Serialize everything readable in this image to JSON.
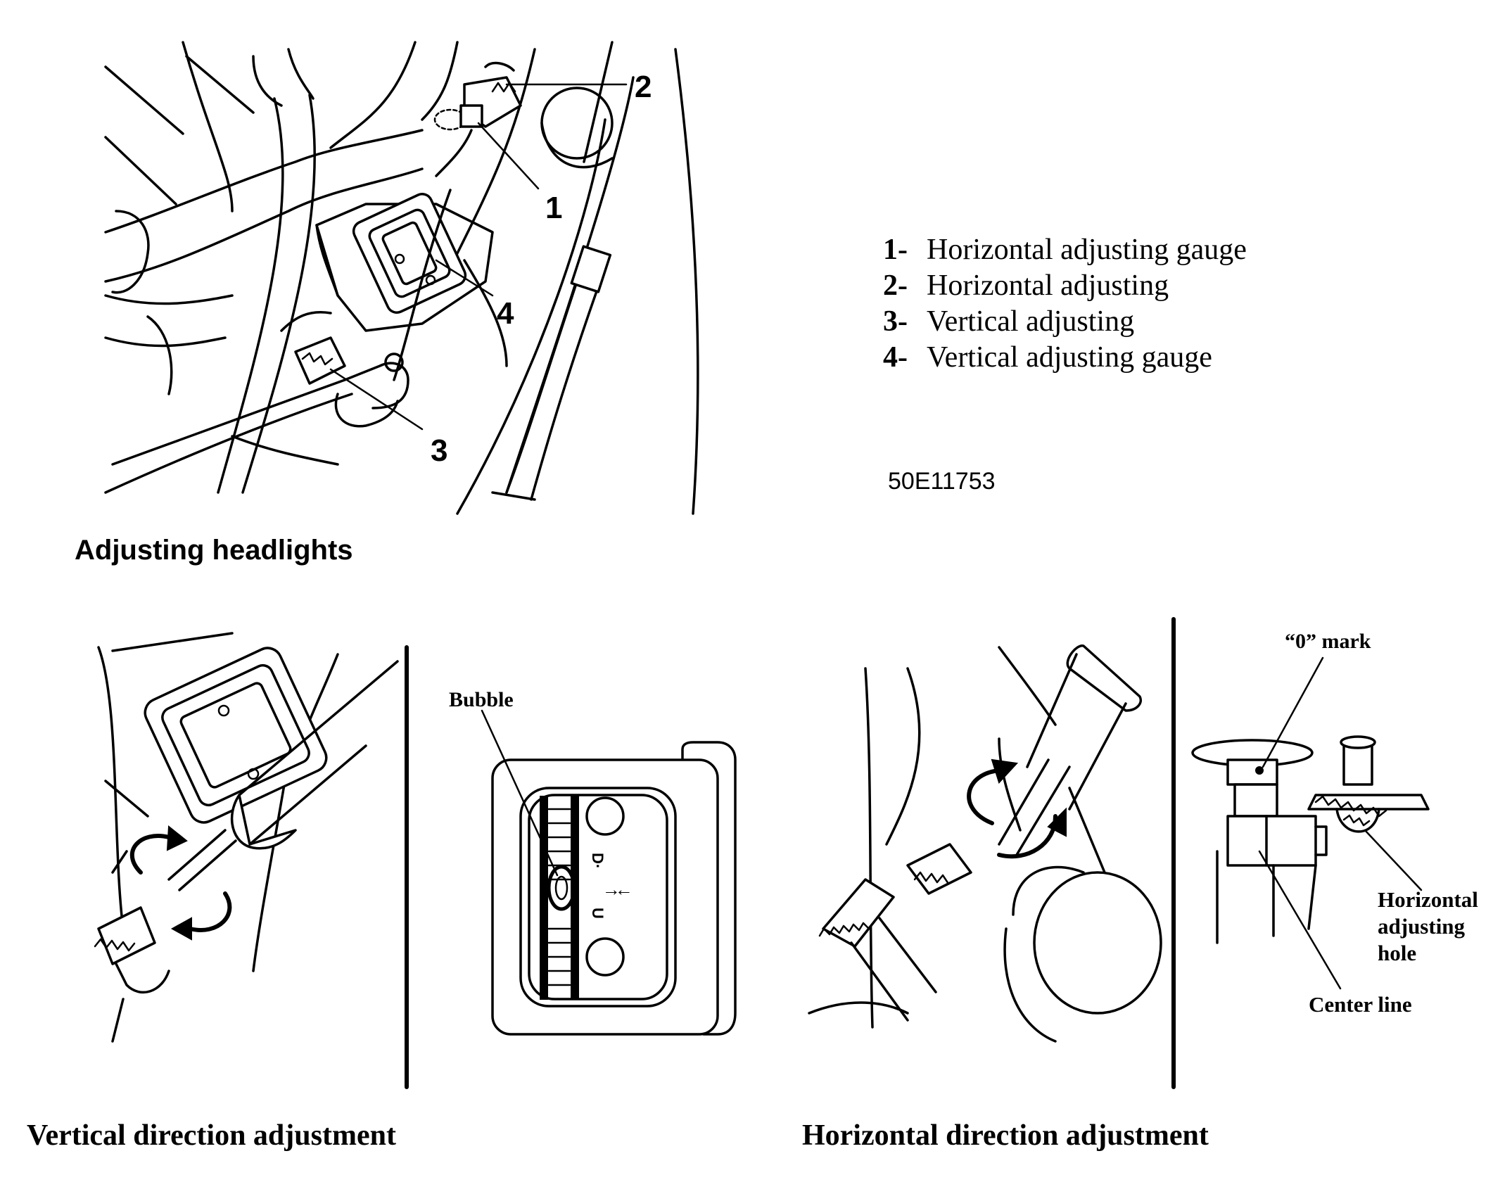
{
  "figure_code": "50E11753",
  "legend": [
    {
      "num": "1-",
      "text": "Horizontal adjusting gauge"
    },
    {
      "num": "2-",
      "text": "Horizontal adjusting"
    },
    {
      "num": "3-",
      "text": "Vertical adjusting"
    },
    {
      "num": "4-",
      "text": "Vertical adjusting gauge"
    }
  ],
  "callouts": {
    "c1": "1",
    "c2": "2",
    "c3": "3",
    "c4": "4"
  },
  "captions": {
    "top": "Adjusting headlights",
    "bottom_left": "Vertical direction adjustment",
    "bottom_right": "Horizontal direction adjustment"
  },
  "labels": {
    "bubble": "Bubble",
    "zero_mark": "“0” mark",
    "horizontal_hole": [
      "Horizontal",
      "adjusting",
      "hole"
    ],
    "center_line": "Center line"
  },
  "gauge_marks": [
    "D·",
    "↑",
    "U",
    "↓"
  ]
}
